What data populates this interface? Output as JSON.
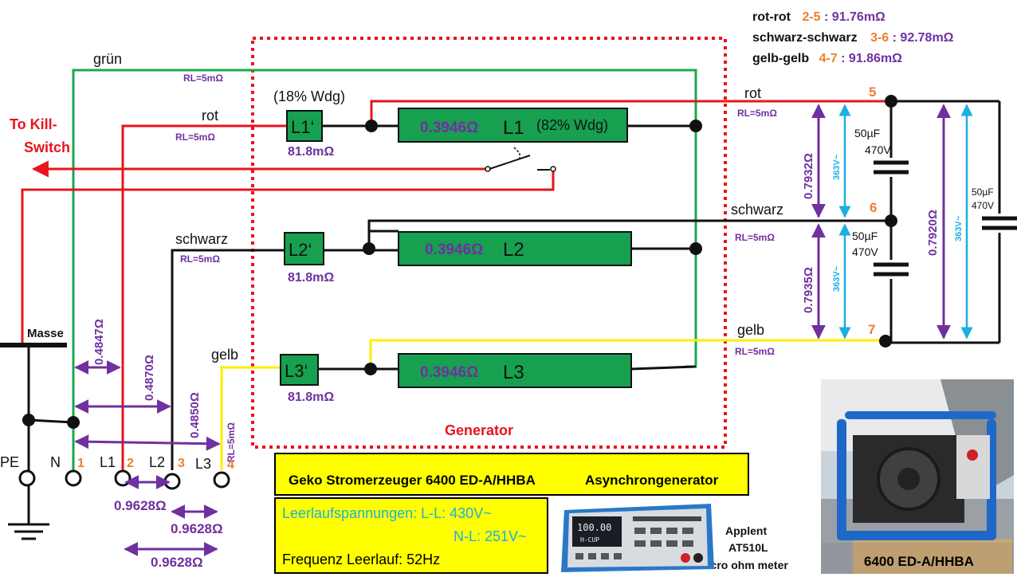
{
  "measurements": {
    "rot_rot": {
      "label": "rot-rot",
      "terminals": "2-5",
      "value": ": 91.76mΩ"
    },
    "schwarz_schwarz": {
      "label": "schwarz-schwarz",
      "terminals": "3-6",
      "value": ": 92.78mΩ"
    },
    "gelb_gelb": {
      "label": "gelb-gelb",
      "terminals": "4-7",
      "value": ": 91.86mΩ"
    }
  },
  "wires": {
    "gruen": "grün",
    "rot": "rot",
    "schwarz": "schwarz",
    "gelb": "gelb",
    "rl": "RL=5mΩ"
  },
  "kill_switch": [
    "To Kill-",
    "Switch"
  ],
  "generator_label": "Generator",
  "windings": {
    "l1_tap_note": "(18% Wdg)",
    "l1_main_note": "(82% Wdg)",
    "aux": [
      {
        "name": "L1‘",
        "value": "81.8mΩ"
      },
      {
        "name": "L2‘",
        "value": "81.8mΩ"
      },
      {
        "name": "L3‘",
        "value": "81.8mΩ"
      }
    ],
    "main": [
      {
        "value": "0.3946Ω",
        "name": "L1"
      },
      {
        "value": "0.3946Ω",
        "name": "L2"
      },
      {
        "value": "0.3946Ω",
        "name": "L3"
      }
    ]
  },
  "terminals": {
    "masse": "Masse",
    "items": [
      {
        "name": "PE",
        "num": ""
      },
      {
        "name": "N",
        "num": "1"
      },
      {
        "name": "L1",
        "num": "2"
      },
      {
        "name": "L2",
        "num": "3"
      },
      {
        "name": "L3",
        "num": "4"
      }
    ],
    "output": [
      "5",
      "6",
      "7"
    ]
  },
  "resistances_input": {
    "n_l1": "0.4847Ω",
    "n_l2": "0.4870Ω",
    "n_l3": "0.4850Ω",
    "ll_1": "0.9628Ω",
    "ll_2": "0.9628Ω",
    "ll_3": "0.9628Ω"
  },
  "output_side": {
    "r_56": "0.7932Ω",
    "r_67": "0.7935Ω",
    "r_57": "0.7920Ω",
    "v_56": "363V~",
    "v_67": "363V~",
    "v_57": "363V~",
    "cap_top": [
      "50µF",
      "470V"
    ],
    "cap_bottom": [
      "50µF",
      "470V"
    ],
    "cap_right": [
      "50µF",
      "470V"
    ]
  },
  "info": {
    "brand_model": "Geko  Stromerzeuger  6400 ED-A/HHBA",
    "type": "Asynchrongenerator",
    "leerlauf_label": "Leerlaufspannungen:  L-L: 430V~",
    "nl_label": "N-L: 251V~",
    "frequenz": "Frequenz Leerlauf:  52Hz"
  },
  "meter": {
    "label": [
      "Applent",
      "AT510L",
      "Micro ohm meter"
    ],
    "display": "100.00",
    "display_sub": "H-CUP"
  },
  "photo_caption": "6400 ED-A/HHBA",
  "colors": {
    "red": "#e8141c",
    "green": "#18a84e",
    "yellow": "#ffee00",
    "purple": "#7030a0",
    "orange": "#ed7d31",
    "cyan": "#1ab0e0",
    "winding": "#16a050"
  }
}
